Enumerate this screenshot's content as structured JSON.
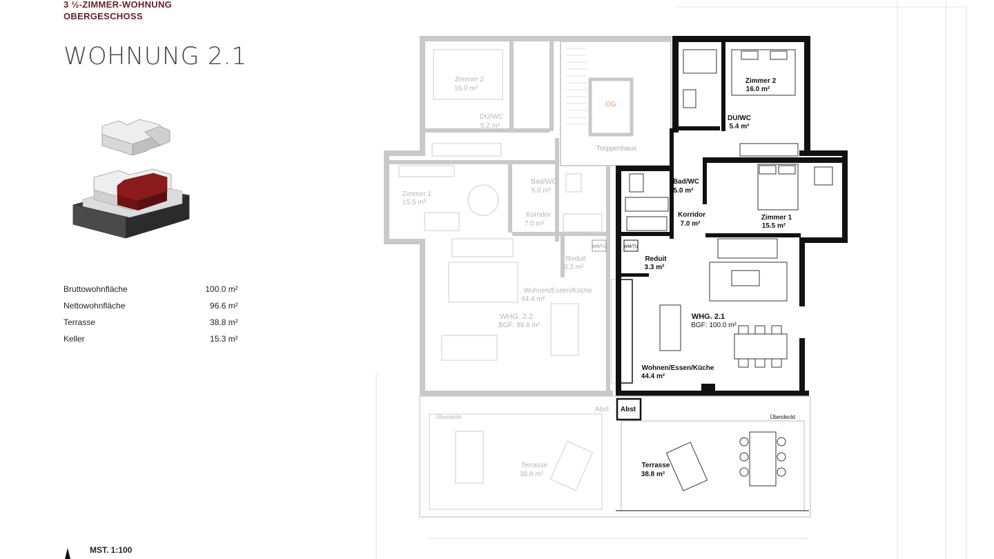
{
  "header": {
    "kicker_line1": "3 ½-ZIMMER-WOHNUNG",
    "kicker_line2": "OBERGESCHOSS",
    "title": "WOHNUNG 2.1"
  },
  "stats": [
    {
      "label": "Bruttowohnfläche",
      "value": "100.0 m²"
    },
    {
      "label": "Nettowohnfläche",
      "value": "96.6 m²"
    },
    {
      "label": "Terrasse",
      "value": "38.8 m²"
    },
    {
      "label": "Keller",
      "value": "15.3 m²"
    }
  ],
  "scale": "MST. 1:100",
  "plan": {
    "stair": {
      "label": "Treppenhaus",
      "og": "OG"
    },
    "left_unit": {
      "zimmer2": {
        "name": "Zimmer 2",
        "area": "16.0 m²"
      },
      "duwc": {
        "name": "DU/WC",
        "area": "5.2 m²"
      },
      "zimmer1": {
        "name": "Zimmer 1",
        "area": "15.5 m²"
      },
      "badwc": {
        "name": "Bad/WC",
        "area": "5.0 m²"
      },
      "korridor": {
        "name": "Korridor",
        "area": "7.0 m²"
      },
      "reduit": {
        "name": "Reduit",
        "area": "3.3 m²"
      },
      "wohnen": {
        "name": "Wohnen/Essen/Küche",
        "area": "44.4 m²"
      },
      "whg": {
        "name": "WHG. 2.2",
        "bgf": "BGF: 99.8 m²"
      },
      "abst": "Abst",
      "ueberdeckt": "Überdeckt",
      "terrasse": {
        "name": "Terrasse",
        "area": "38.8 m²"
      }
    },
    "right_unit": {
      "zimmer2": {
        "name": "Zimmer 2",
        "area": "16.0 m²"
      },
      "duwc": {
        "name": "DU/WC",
        "area": "5.4 m²"
      },
      "badwc": {
        "name": "Bad/WC",
        "area": "5.0 m²"
      },
      "zimmer1": {
        "name": "Zimmer 1",
        "area": "15.5 m²"
      },
      "korridor": {
        "name": "Korridor",
        "area": "7.0 m²"
      },
      "reduit": {
        "name": "Reduit",
        "area": "3.3 m²"
      },
      "whg": {
        "name": "WHG. 2.1",
        "bgf": "BGF: 100.0 m²"
      },
      "wohnen": {
        "name": "Wohnen/Essen/Küche",
        "area": "44.4 m²"
      },
      "abst": "Abst",
      "ueberdeckt": "Überdeckt",
      "terrasse": {
        "name": "Terrasse",
        "area": "38.8 m²"
      }
    },
    "wmtu": "WM/TU"
  },
  "colors": {
    "accent": "#6b1d2a",
    "highlight_red": "#8b1a1a",
    "wall_dark": "#111111",
    "wall_light": "#bdbdbd"
  }
}
